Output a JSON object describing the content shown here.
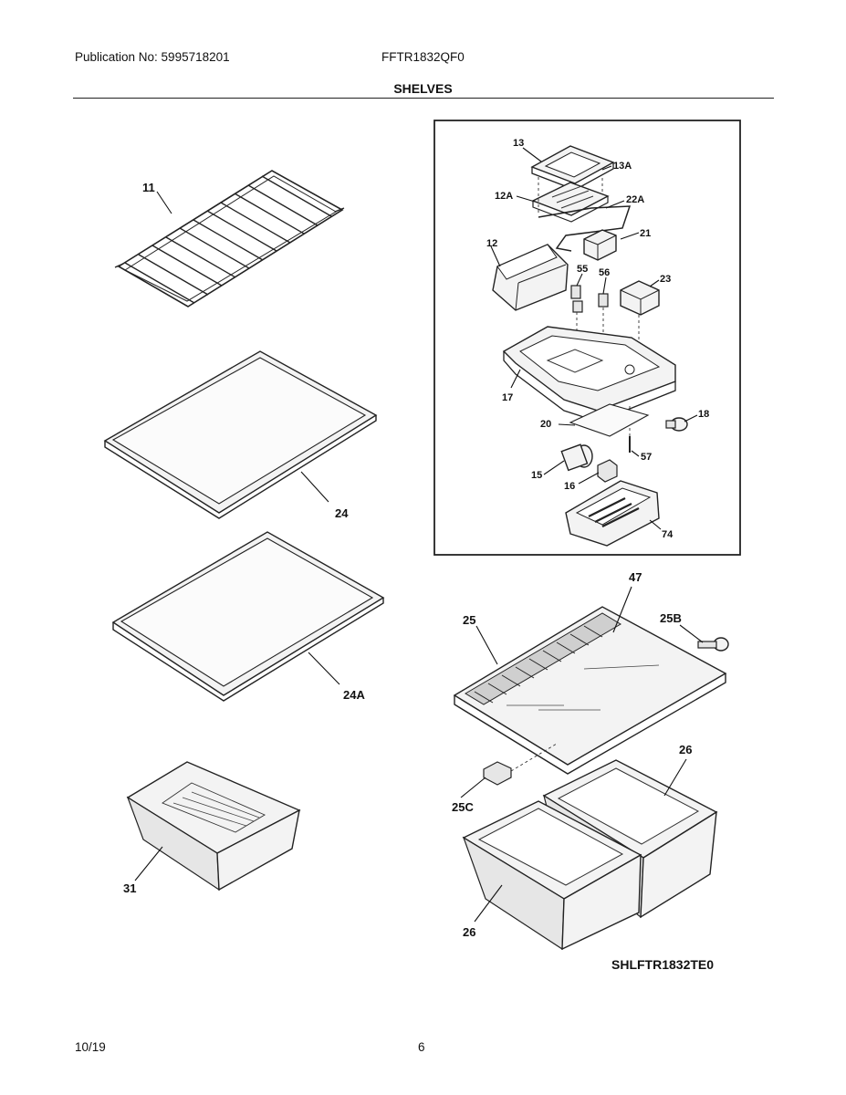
{
  "header": {
    "publication": "Publication No: 5995718201",
    "model": "FFTR1832QF0",
    "section_title": "SHELVES"
  },
  "callouts": {
    "c11": "11",
    "c24": "24",
    "c24A": "24A",
    "c31": "31",
    "c13": "13",
    "c13A": "13A",
    "c12A": "12A",
    "c22A": "22A",
    "c21": "21",
    "c12": "12",
    "c55": "55",
    "c56": "56",
    "c23": "23",
    "c17": "17",
    "c18": "18",
    "c20": "20",
    "c57": "57",
    "c15": "15",
    "c16": "16",
    "c74": "74",
    "c47": "47",
    "c25": "25",
    "c25B": "25B",
    "c25C": "25C",
    "c26a": "26",
    "c26b": "26"
  },
  "diagram_code": "SHLFTR1832TE0",
  "footer": {
    "date": "10/19",
    "page": "6"
  }
}
